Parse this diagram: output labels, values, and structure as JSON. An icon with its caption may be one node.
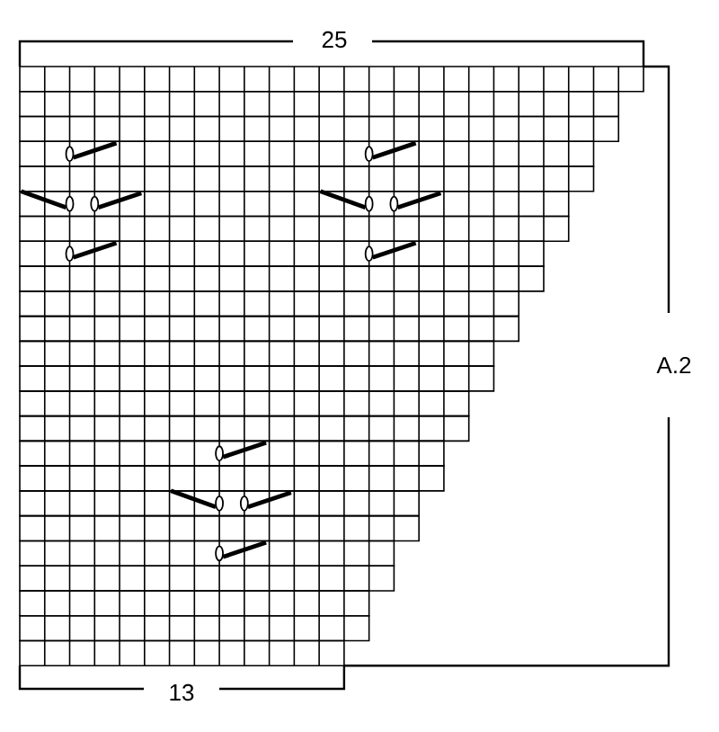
{
  "diagram": {
    "labels": [
      "25",
      "A.2",
      "13"
    ]
  }
}
